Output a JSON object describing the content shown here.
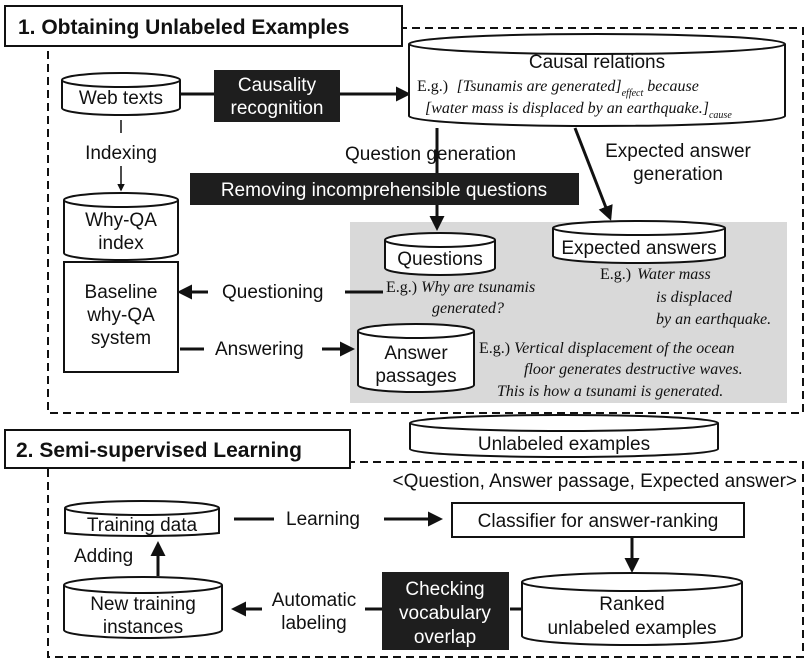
{
  "section1": {
    "title": "1. Obtaining Unlabeled Examples"
  },
  "section2": {
    "title": "2. Semi-supervised Learning"
  },
  "web_texts": "Web texts",
  "causality_recognition": [
    "Causality",
    "recognition"
  ],
  "causal_relations": {
    "title": "Causal relations",
    "eg": "E.g.)",
    "effect_text": "[Tsunamis are generated]",
    "effect_sub": "effect",
    "because": " because",
    "cause_text": "[water mass is displaced by an earthquake.]",
    "cause_sub": "cause"
  },
  "indexing": "Indexing",
  "question_generation": "Question generation",
  "expected_answer_generation": [
    "Expected answer",
    "generation"
  ],
  "removing_questions": "Removing incomprehensible questions",
  "why_qa_index": [
    "Why-QA",
    "index"
  ],
  "questions": "Questions",
  "expected_answers": "Expected answers",
  "baseline_system": [
    "Baseline",
    "why-QA",
    "system"
  ],
  "questioning": "Questioning",
  "answering": "Answering",
  "questions_eg": {
    "eg": "E.g.)",
    "lines": [
      "Why are tsunamis",
      "generated?"
    ]
  },
  "expected_eg": {
    "eg": "E.g.)",
    "lines": [
      "Water mass",
      "is displaced",
      "by an earthquake."
    ]
  },
  "answer_passages": [
    "Answer",
    "passages"
  ],
  "passages_eg": {
    "eg": "E.g.)",
    "lines": [
      "Vertical displacement of the ocean",
      "floor generates destructive waves.",
      "This is how a tsunami is generated."
    ]
  },
  "unlabeled_examples": "Unlabeled examples",
  "tuple_label": "<Question, Answer passage, Expected answer>",
  "training_data": "Training data",
  "learning": "Learning",
  "classifier": "Classifier for answer-ranking",
  "adding": "Adding",
  "new_training": [
    "New training",
    "instances"
  ],
  "automatic_labeling": [
    "Automatic",
    "labeling"
  ],
  "checking_overlap": [
    "Checking",
    "vocabulary",
    "overlap"
  ],
  "ranked_unlabeled": [
    "Ranked",
    "unlabeled examples"
  ],
  "colors": {
    "dark_box": "#1e1e1e",
    "gray_panel": "#d9d9d9",
    "line": "#111111"
  }
}
